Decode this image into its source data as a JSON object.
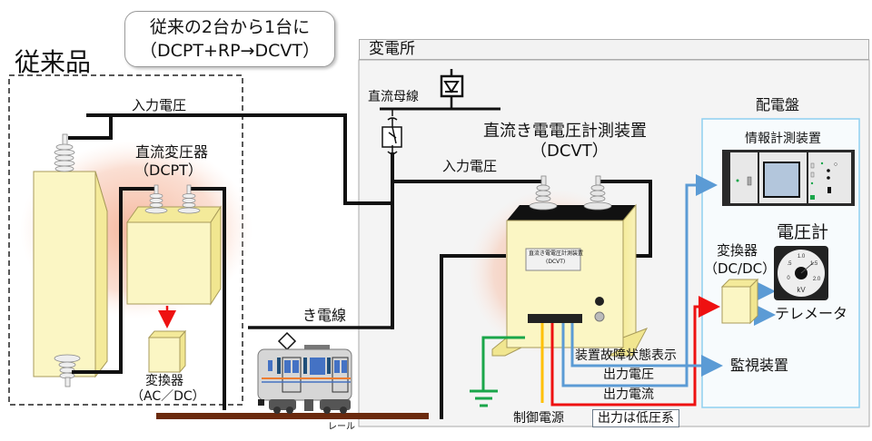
{
  "callout": {
    "line1": "従来の2台から1台に",
    "line2": "（DCPT+RP→DCVT）"
  },
  "legacy": {
    "title": "従来品",
    "input_voltage": "入力電圧",
    "dcpt_name": "直流変圧器",
    "dcpt_abbr": "（DCPT）",
    "converter_name": "変換器",
    "converter_type": "（AC／DC）"
  },
  "substation": {
    "title": "変電所",
    "dc_bus": "直流母線",
    "input_voltage": "入力電圧",
    "dcvt_name": "直流き電電圧計測装置",
    "dcvt_abbr": "（DCVT）",
    "dcvt_nameplate_line1": "直流き電電圧計測装置",
    "dcvt_nameplate_line2": "(DCVT)",
    "control_power": "制御電源",
    "low_voltage_note": "出力は低圧系",
    "signals": {
      "fault_status": "装置故障状態表示",
      "output_voltage": "出力電圧",
      "output_current": "出力電流"
    },
    "monitoring": "監視装置"
  },
  "feeder": {
    "label": "き電線",
    "rail": "レール"
  },
  "panel": {
    "title": "配電盤",
    "info_device": "情報計測装置",
    "converter_name": "変換器",
    "converter_type": "（DC/DC）",
    "voltmeter": "電圧計",
    "telemeter": "テレメータ",
    "gauge": {
      "ticks": [
        "0",
        ".5",
        "1.0",
        "1.5",
        "2.0"
      ],
      "unit": "kV"
    }
  },
  "colors": {
    "ground": "#1aa64a",
    "control_power": "#ffc000",
    "output_current": "#ee1111",
    "output_voltage": "#5b9bd5",
    "device_body": "#fbf6c4",
    "glow": "#f6c2a8",
    "rail": "#6b2a0e",
    "panel_border": "#8fd0f0"
  }
}
